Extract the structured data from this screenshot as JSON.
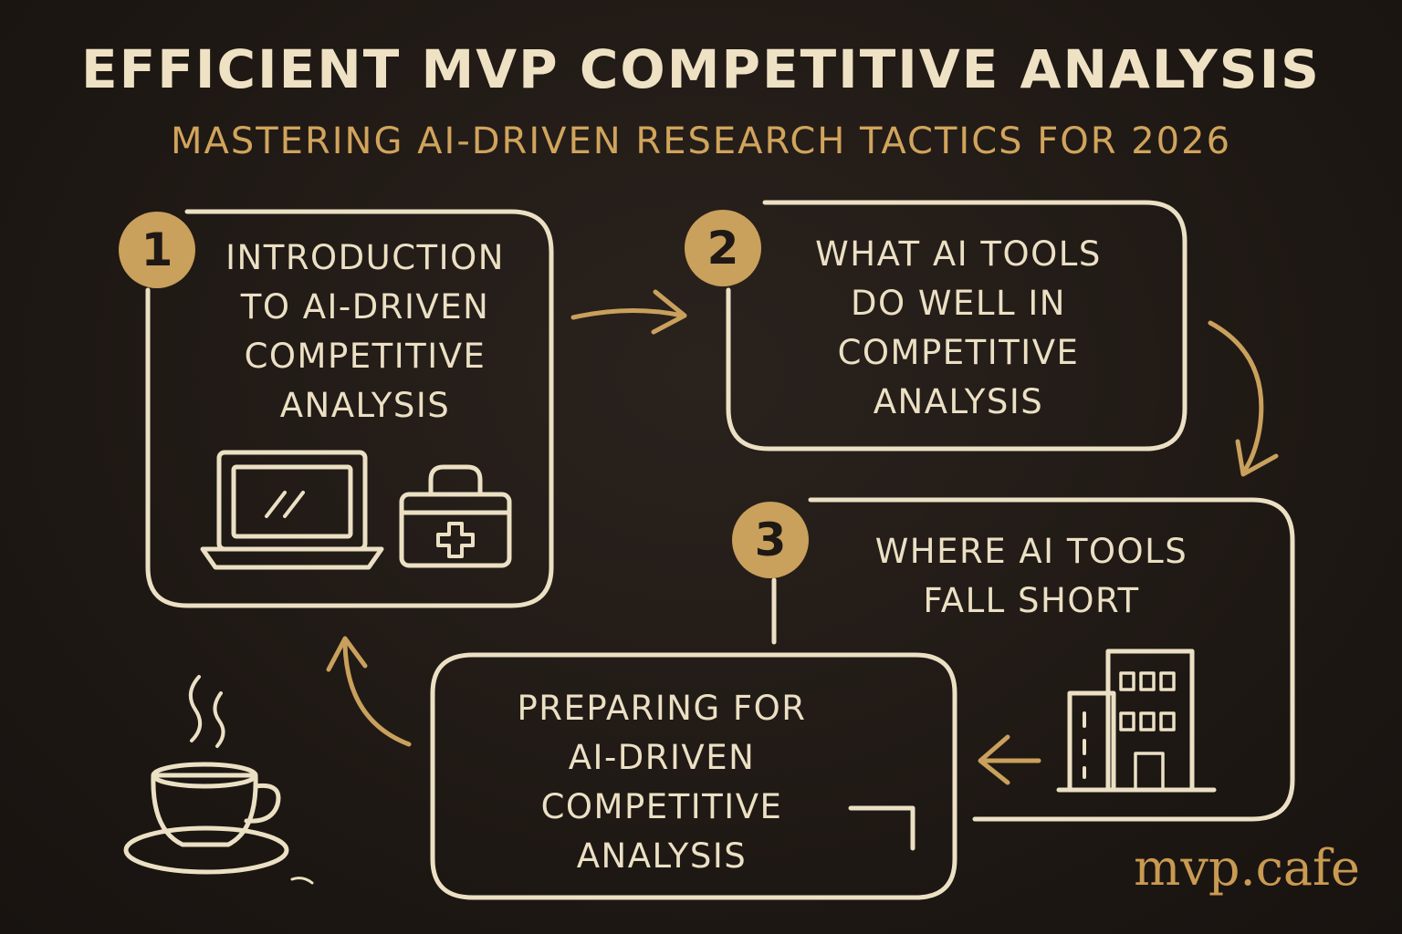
{
  "header": {
    "title": "EFFICIENT MVP COMPETITIVE ANALYSIS",
    "subtitle": "MASTERING AI-DRIVEN RESEARCH TACTICS FOR 2026"
  },
  "steps": [
    {
      "number": "1",
      "lines": [
        "INTRODUCTION",
        "TO AI-DRIVEN",
        "COMPETITIVE",
        "ANALYSIS"
      ],
      "icons": [
        "laptop-icon",
        "toolkit-icon"
      ]
    },
    {
      "number": "2",
      "lines": [
        "WHAT AI TOOLS",
        "DO WELL IN",
        "COMPETITIVE",
        "ANALYSIS"
      ],
      "icons": []
    },
    {
      "number": "3",
      "lines": [
        "WHERE AI TOOLS",
        "FALL SHORT"
      ],
      "icons": [
        "office-building-icon"
      ]
    },
    {
      "number": "",
      "lines": [
        "PREPARING FOR",
        "AI-DRIVEN",
        "COMPETITIVE",
        "ANALYSIS"
      ],
      "icons": []
    }
  ],
  "decorations": [
    "coffee-cup-icon"
  ],
  "brand": "mvp.cafe",
  "colors": {
    "background": "#1f1915",
    "line": "#ece0c4",
    "accent": "#c9a05c",
    "subtitle": "#d1a45c"
  }
}
